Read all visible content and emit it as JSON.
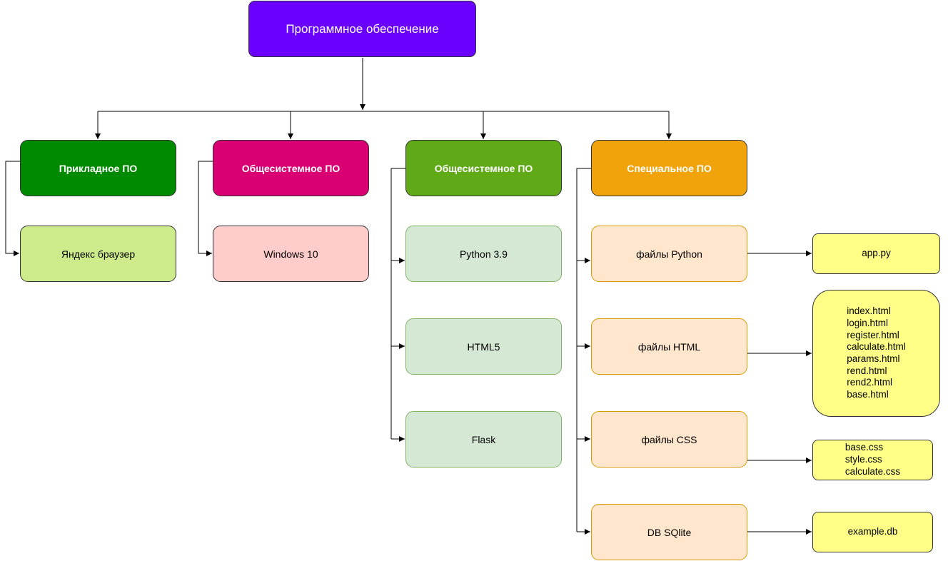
{
  "colors": {
    "root": "#6a00ff",
    "applied": "#008a00",
    "system_os": "#d80073",
    "system_dev": "#60a917",
    "special": "#f0a30a",
    "leaf_applied": "#cdeb8b",
    "leaf_os": "#ffcccc",
    "leaf_dev": "#d5e8d4",
    "leaf_special": "#ffe6cc",
    "files": "#ffff88",
    "edge": "#000000"
  },
  "root": {
    "label": "Программное обеспечение"
  },
  "categories": [
    {
      "label": "Прикладное ПО",
      "color_key": "applied"
    },
    {
      "label": "Общесистемное ПО",
      "color_key": "system_os"
    },
    {
      "label": "Общесистемное ПО",
      "color_key": "system_dev"
    },
    {
      "label": "Специальное ПО",
      "color_key": "special"
    }
  ],
  "applied_items": [
    "Яндекс браузер"
  ],
  "os_items": [
    "Windows 10"
  ],
  "dev_items": [
    "Python 3.9",
    "HTML5",
    "Flask"
  ],
  "special_items": [
    "файлы Python",
    "файлы HTML",
    "файлы CSS",
    "DB SQlite"
  ],
  "file_groups": [
    {
      "source": "файлы Python",
      "files": [
        "app.py"
      ]
    },
    {
      "source": "файлы HTML",
      "files": [
        "index.html",
        "login.html",
        "register.html",
        "calculate.html",
        "params.html",
        "rend.html",
        "rend2.html",
        "base.html"
      ]
    },
    {
      "source": "файлы CSS",
      "files": [
        "base.css",
        "style.css",
        "calculate.css"
      ]
    },
    {
      "source": "DB SQlite",
      "files": [
        "example.db"
      ]
    }
  ]
}
